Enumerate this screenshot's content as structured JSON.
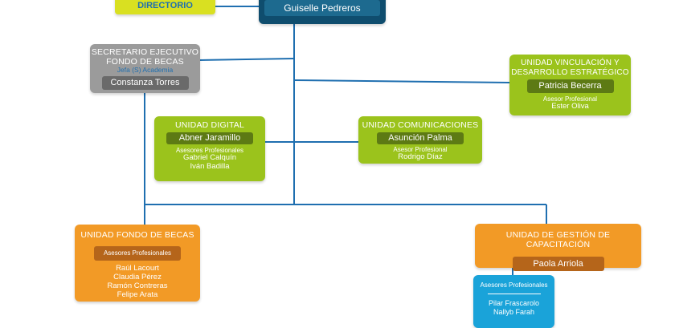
{
  "directorio": {
    "label": "DIRECTORIO"
  },
  "top": {
    "name": "Guiselle Pedreros"
  },
  "secretario": {
    "title_line1": "SECRETARIO EJECUTIVO",
    "title_line2": "FONDO DE BECAS",
    "subtitle": "Jefa (S) Academia",
    "name": "Constanza Torres"
  },
  "vinculacion": {
    "title_line1": "UNIDAD VINCULACIÓN  Y",
    "title_line2": "DESARROLLO ESTRATÉGICO",
    "name": "Patricia Becerra",
    "advisor_label": "Asesor Profesional",
    "advisor": "Ester Oliva"
  },
  "digital": {
    "title": "UNIDAD DIGITAL",
    "name": "Abner Jaramillo",
    "advisor_label": "Asesores Profesionales",
    "advisors": [
      "Gabriel Calquín",
      "Iván Badilla"
    ]
  },
  "comunicaciones": {
    "title": "UNIDAD COMUNICACIONES",
    "name": "Asunción Palma",
    "advisor_label": "Asesor Profesional",
    "advisor": "Rodrigo Díaz"
  },
  "becas": {
    "title": "UNIDAD FONDO DE BECAS",
    "advisor_label": "Asesores Profesionales",
    "advisors": [
      "Raúl Lacourt",
      "Claudia Pérez",
      "Ramón Contreras",
      "Felipe Arata"
    ]
  },
  "capacitacion": {
    "title": "UNIDAD DE GESTIÓN DE CAPACITACIÓN",
    "name": "Paola Arriola"
  },
  "capacitacion_asesores": {
    "label": "Asesores Profesionales",
    "advisors": [
      "Pilar Frascarolo",
      "Nallyb Farah"
    ]
  },
  "colors": {
    "navy": "#0f4d6e",
    "line": "#1f6fb0",
    "green": "#9bc31c",
    "green_dark": "#5d7a14",
    "orange": "#f29a26",
    "orange_dark": "#b5651a",
    "gray": "#9b9b9b",
    "gray_dark": "#6a6a6a",
    "blue_box": "#1aa3d9",
    "yellow": "#d9e021"
  }
}
